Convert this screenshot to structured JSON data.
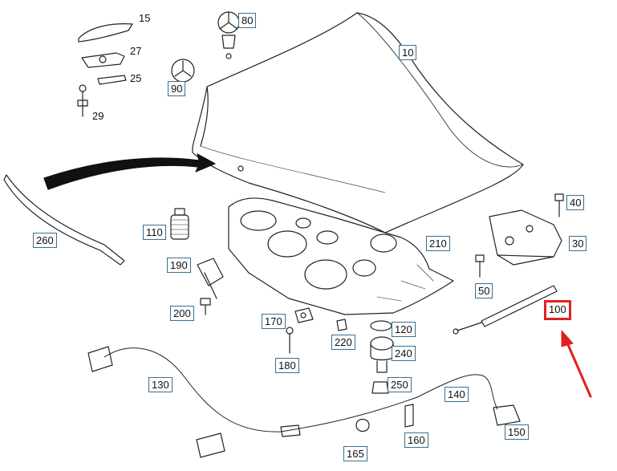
{
  "callouts": {
    "p10": "10",
    "p15": "15",
    "p25": "25",
    "p27": "27",
    "p29": "29",
    "p30": "30",
    "p40": "40",
    "p50": "50",
    "p80": "80",
    "p90": "90",
    "p100": "100",
    "p110": "110",
    "p120": "120",
    "p130": "130",
    "p140": "140",
    "p150": "150",
    "p160": "160",
    "p165": "165",
    "p170": "170",
    "p180": "180",
    "p190": "190",
    "p200": "200",
    "p210": "210",
    "p220": "220",
    "p240": "240",
    "p250": "250",
    "p260": "260"
  },
  "highlight": {
    "part": "100",
    "color": "#e02020"
  },
  "colors": {
    "line": "#222222",
    "label_border": "#3a6e8f",
    "pointer_arrow": "#111111"
  }
}
